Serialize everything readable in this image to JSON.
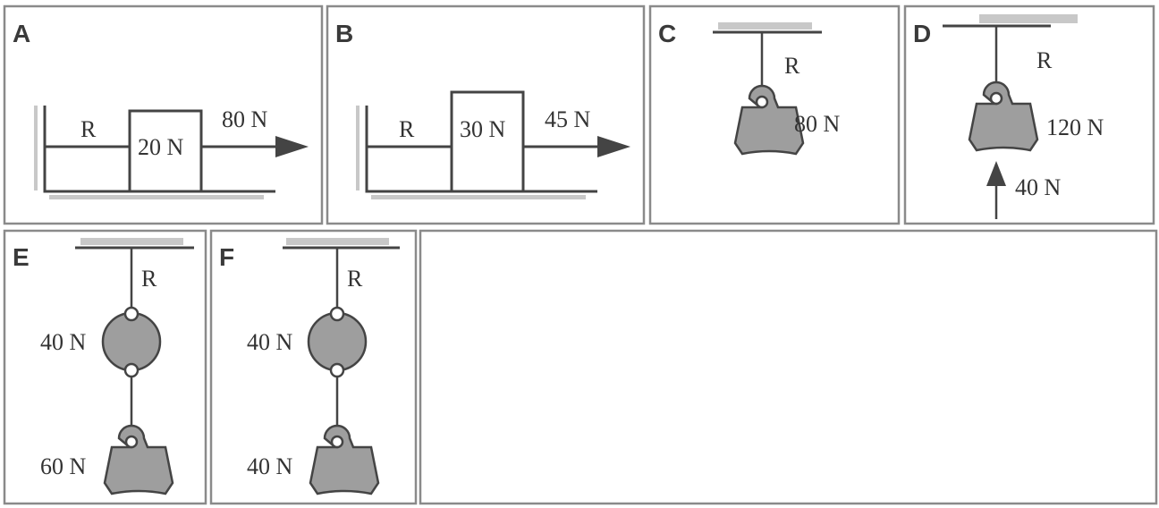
{
  "panels": [
    {
      "id": "A",
      "rope": "R",
      "block": "20 N",
      "force": "80 N"
    },
    {
      "id": "B",
      "rope": "R",
      "block": "30 N",
      "force": "45 N"
    },
    {
      "id": "C",
      "rope": "R",
      "weight": "80 N"
    },
    {
      "id": "D",
      "rope": "R",
      "weight": "120 N",
      "push": "40 N"
    },
    {
      "id": "E",
      "rope": "R",
      "ball": "40 N",
      "weight": "60 N"
    },
    {
      "id": "F",
      "rope": "R",
      "ball": "40 N",
      "weight": "40 N"
    }
  ]
}
